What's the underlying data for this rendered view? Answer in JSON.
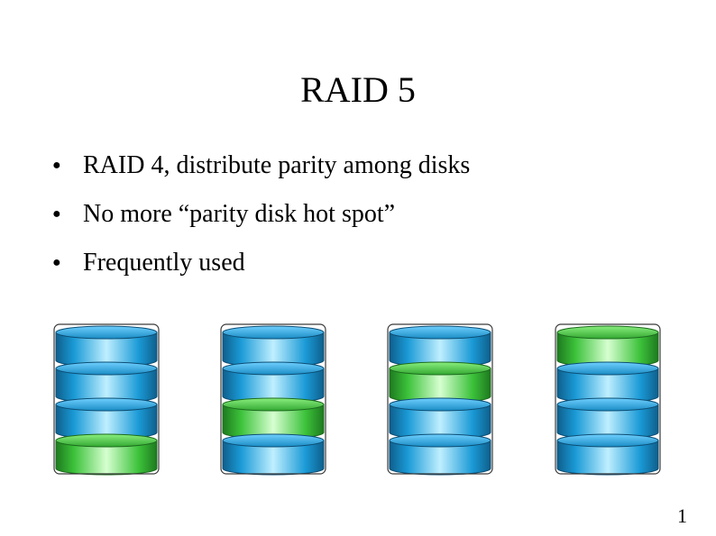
{
  "slide": {
    "title": "RAID 5",
    "bullets": [
      {
        "text": "RAID 4, distribute parity among disks"
      },
      {
        "text": "No more “parity disk hot spot”"
      },
      {
        "text": "Frequently used"
      }
    ],
    "page_number": "1"
  },
  "disks": [
    {
      "segments": [
        "data",
        "data",
        "data",
        "parity"
      ]
    },
    {
      "segments": [
        "data",
        "data",
        "parity",
        "data"
      ]
    },
    {
      "segments": [
        "data",
        "parity",
        "data",
        "data"
      ]
    },
    {
      "segments": [
        "parity",
        "data",
        "data",
        "data"
      ]
    }
  ],
  "colors": {
    "data": "#1a9ad6",
    "parity": "#3cc23a",
    "bullet_icon": "disc-bullet-icon"
  }
}
